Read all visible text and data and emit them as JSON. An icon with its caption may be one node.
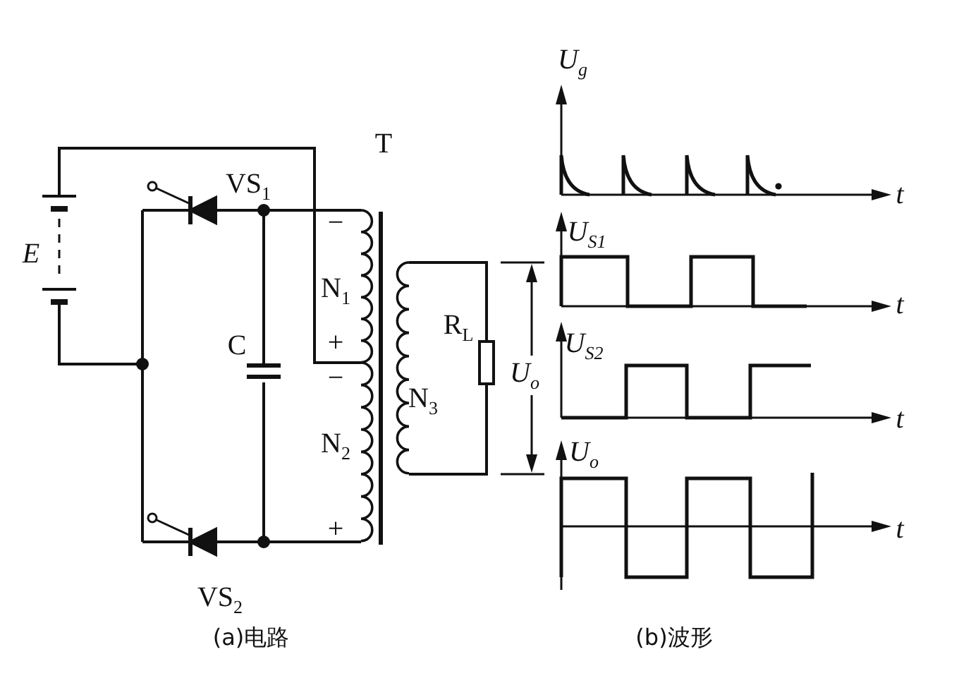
{
  "diagram": {
    "labels": [
      "U$_{g}$",
      "T",
      "VS$_{1}$",
      "t",
      "−",
      "E",
      "U$_{S1}$",
      "N$_{1}$",
      "t",
      "C",
      "R$_{L}$",
      "+",
      "U$_{S2}$",
      "−",
      "U$_{o}$",
      "N$_{3}$",
      "N$_{2}$",
      "t",
      "U$_{o}$",
      "t",
      "+",
      "VS$_{2}$",
      "(a)电路",
      "(b)波形"
    ]
  }
}
